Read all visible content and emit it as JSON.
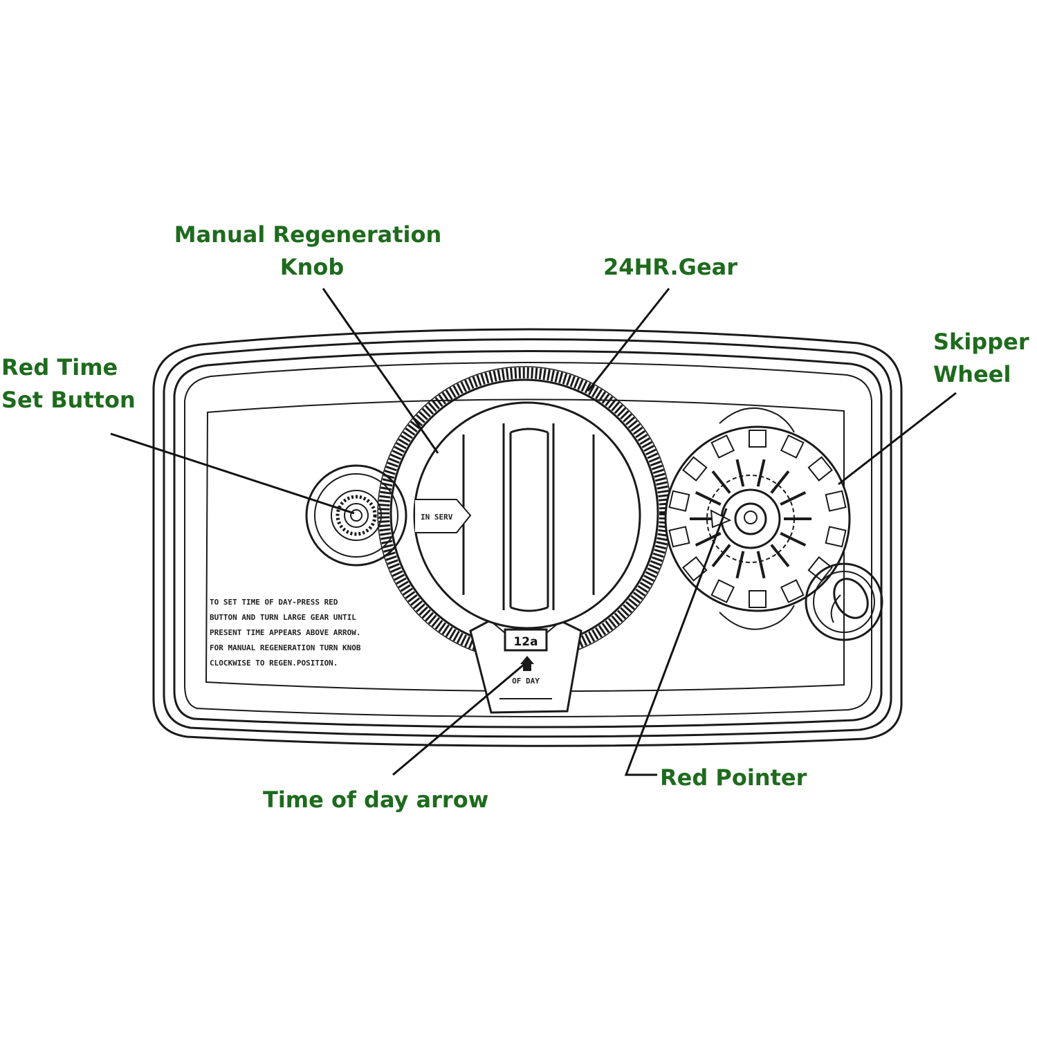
{
  "labels": {
    "manual_regen_line1": "Manual Regeneration",
    "manual_regen_line2": "Knob",
    "gear": "24HR.Gear",
    "red_button_line1": "Red Time",
    "red_button_line2": "Set Button",
    "skipper_line1": "Skipper",
    "skipper_line2": "Wheel",
    "red_pointer": "Red Pointer",
    "time_arrow": "Time of day arrow"
  },
  "device": {
    "knob_text": "IN SERV",
    "time_window": "12a",
    "arrow_caption": "OF DAY",
    "instructions": [
      "TO SET TIME OF DAY-PRESS RED",
      "BUTTON AND TURN LARGE GEAR UNTIL",
      "PRESENT TIME APPEARS ABOVE ARROW.",
      "FOR MANUAL REGENERATION TURN KNOB",
      "CLOCKWISE TO REGEN.POSITION."
    ]
  },
  "colors": {
    "label": "#1e6b1e",
    "ink": "#1a1a1a"
  }
}
